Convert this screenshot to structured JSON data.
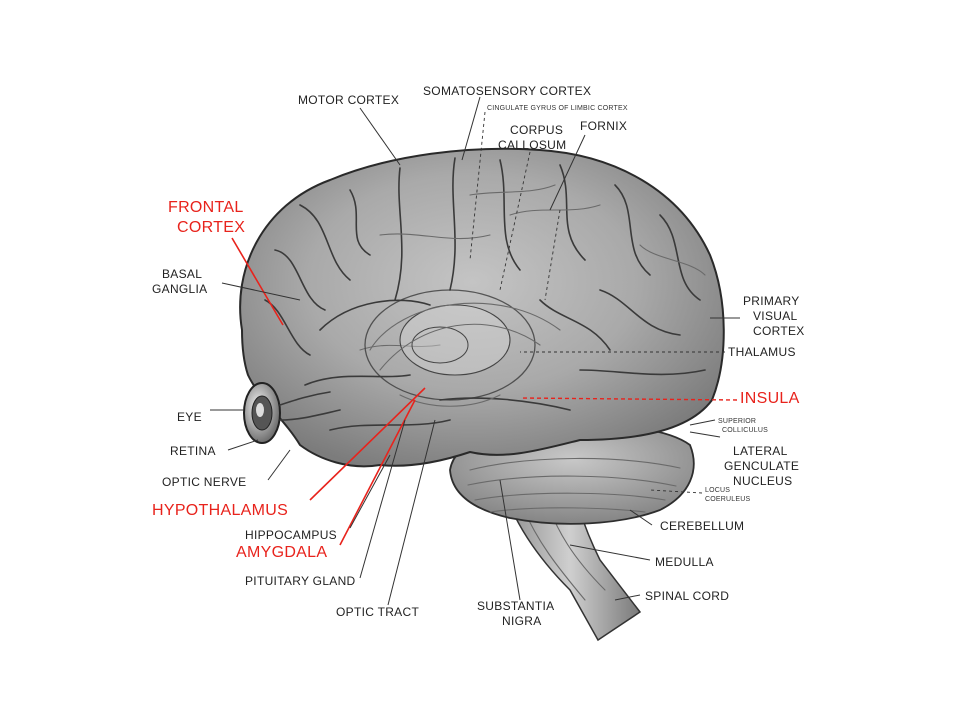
{
  "labels": {
    "motor_cortex": "MOTOR CORTEX",
    "somatosensory_cortex": "SOMATOSENSORY CORTEX",
    "cingulate_gyrus": "CINGULATE GYRUS OF LIMBIC CORTEX",
    "corpus_callosum_1": "CORPUS",
    "corpus_callosum_2": "CALLOSUM",
    "fornix": "FORNIX",
    "frontal_cortex_1": "FRONTAL",
    "frontal_cortex_2": "CORTEX",
    "basal_ganglia_1": "BASAL",
    "basal_ganglia_2": "GANGLIA",
    "primary_visual_1": "PRIMARY",
    "primary_visual_2": "VISUAL",
    "primary_visual_3": "CORTEX",
    "thalamus": "THALAMUS",
    "insula": "INSULA",
    "superior_colliculus_1": "SUPERIOR",
    "superior_colliculus_2": "COLLICULUS",
    "lateral_geniculate_1": "LATERAL",
    "lateral_geniculate_2": "GENCULATE",
    "lateral_geniculate_3": "NUCLEUS",
    "locus_coeruleus_1": "LOCUS",
    "locus_coeruleus_2": "COERULEUS",
    "eye": "EYE",
    "retina": "RETINA",
    "optic_nerve": "OPTIC NERVE",
    "hypothalamus": "HYPOTHALAMUS",
    "hippocampus": "HIPPOCAMPUS",
    "amygdala": "AMYGDALA",
    "pituitary_gland": "PITUITARY GLAND",
    "optic_tract": "OPTIC TRACT",
    "substantia_nigra_1": "SUBSTANTIA",
    "substantia_nigra_2": "NIGRA",
    "cerebellum": "CEREBELLUM",
    "medulla": "MEDULLA",
    "spinal_cord": "SPINAL CORD"
  },
  "colors": {
    "highlight": "#e8231c",
    "label": "#222222",
    "background": "#ffffff"
  }
}
